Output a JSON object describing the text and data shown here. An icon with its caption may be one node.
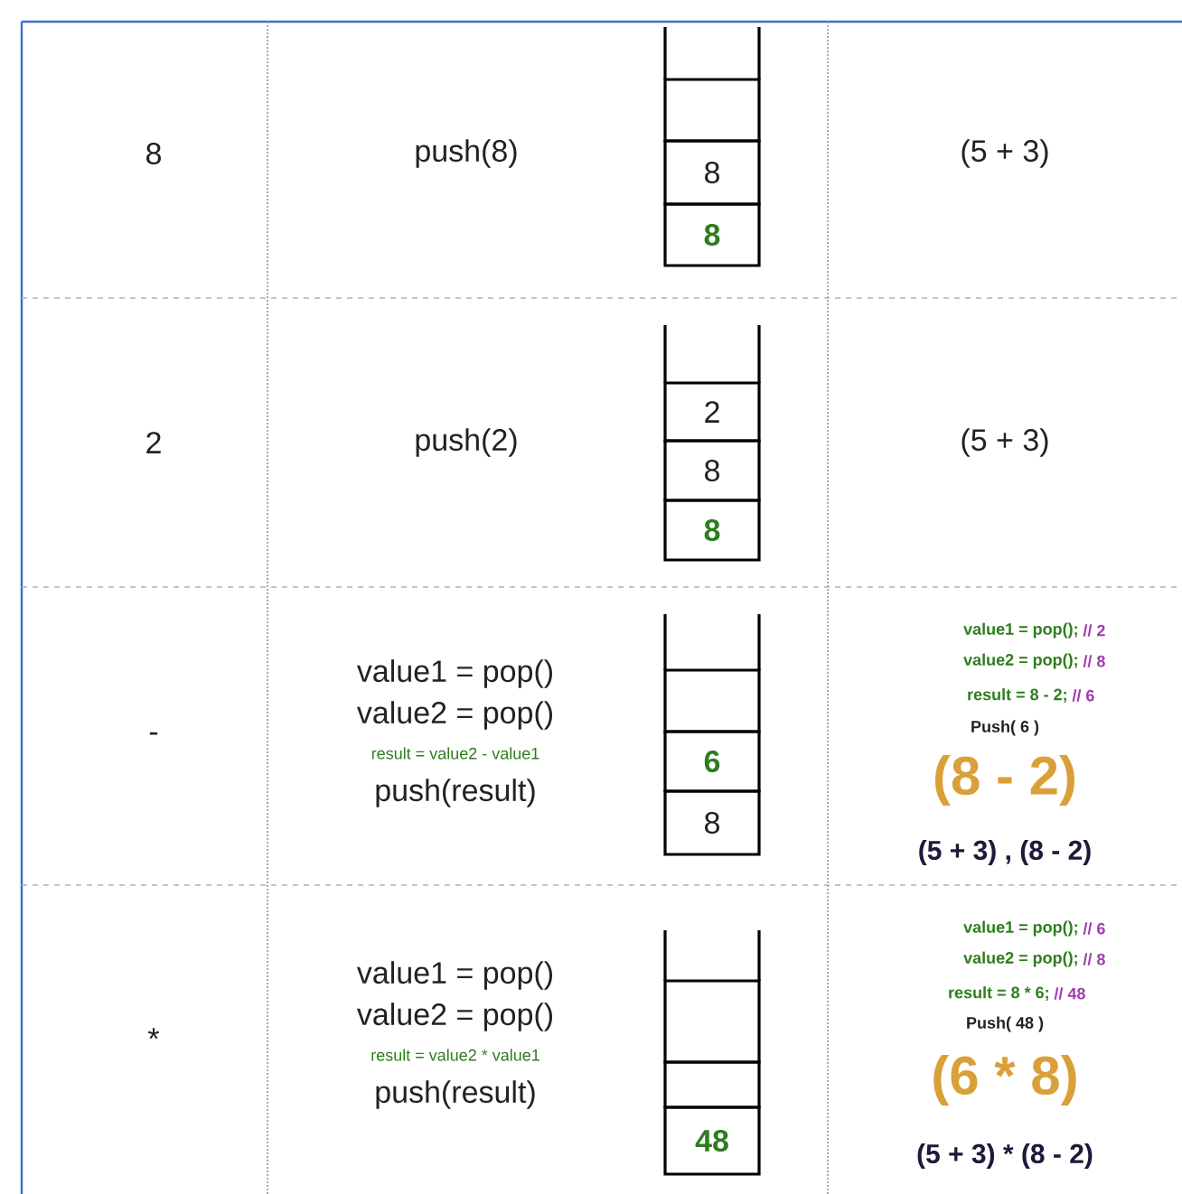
{
  "diagram": {
    "nodes": [
      {
        "text": [],
        "shape": "box"
      },
      {
        "text": [
          "8"
        ]
      },
      {
        "text": [
          "8"
        ]
      },
      {
        "text": [
          "2"
        ]
      },
      {
        "text": [
          "8"
        ]
      },
      {
        "text": [
          "8"
        ]
      },
      {
        "text": [],
        "shape": "box"
      },
      {
        "text": [
          "6"
        ]
      },
      {
        "text": [
          "8"
        ]
      },
      {
        "text": [],
        "shape": "box"
      },
      {
        "text": [],
        "shape": "box"
      },
      {
        "text": [
          "48"
        ]
      }
    ],
    "edges": [],
    "labels": [
      "8",
      "push(8)",
      "(5 + 3)",
      "2",
      "push(2)",
      "(5 + 3)",
      "-",
      "value1 = pop()",
      "value2 = pop()",
      "result = value2 - value1",
      "push(result)",
      "value1 = pop();",
      "// 2",
      "value2 = pop();",
      "// 8",
      "result = 8 - 2;",
      "// 6",
      "Push( 6 )",
      "(8 - 2)",
      "(5 + 3) , (8 - 2)",
      "*",
      "value1 = pop()",
      "value2 = pop()",
      "result = value2 * value1",
      "push(result)",
      "value1 = pop();",
      "// 6",
      "value2 = pop();",
      "// 8",
      "result = 8 * 6;",
      "// 48",
      "Push( 48 )",
      "(6 * 8)",
      "(5 + 3) * (8 - 2)"
    ]
  }
}
